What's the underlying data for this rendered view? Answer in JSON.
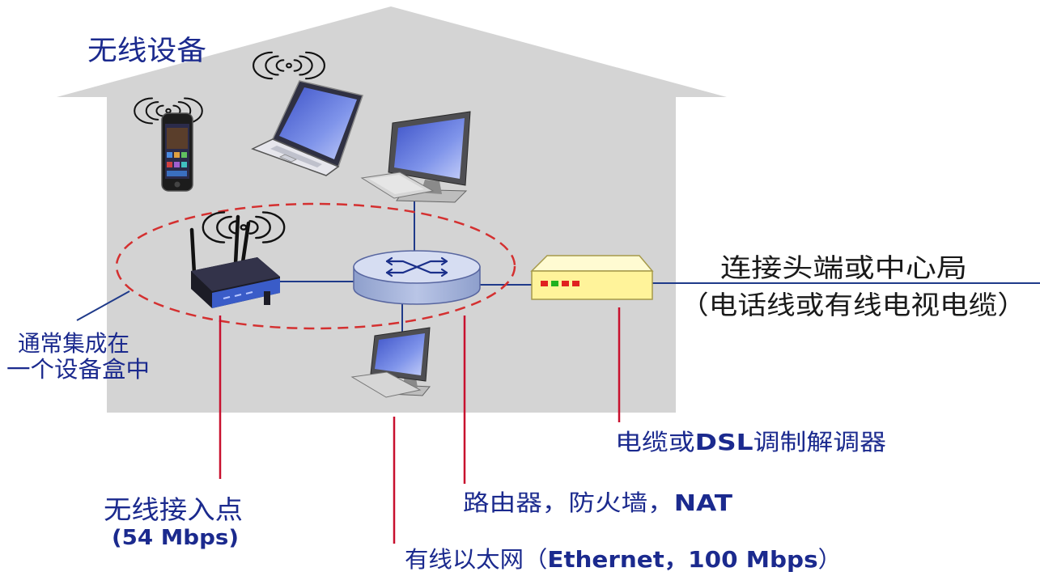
{
  "title": "无线设备",
  "headend": {
    "line1": "连接头端或中心局",
    "line2": "（电话线或有线电视电缆）"
  },
  "integrated_note": {
    "line1": "通常集成在",
    "line2": "一个设备盒中"
  },
  "modem_label": {
    "prefix": "电缆或",
    "bold": "DSL",
    "suffix": "调制解调器"
  },
  "router_label": {
    "prefix": "路由器，防火墙，",
    "bold": "NAT"
  },
  "access_point_label": {
    "line1": "无线接入点",
    "line2": "(54 Mbps)"
  },
  "ethernet_label": {
    "prefix": "有线以太网（",
    "bold": "Ethernet，100 Mbps",
    "suffix": "）"
  },
  "colors": {
    "house": "#d4d4d4",
    "label_text": "#1b2a8e",
    "headend_text": "#1a1a1a",
    "link_line": "#1f3a8a",
    "callout_line": "#c8102e",
    "dashed_outline": "#d43030"
  },
  "icons": {
    "phone": "smartphone-icon",
    "laptop": "laptop-icon",
    "desktop": "desktop-computer-icon",
    "access_point": "wireless-access-point-icon",
    "router": "router-switch-icon",
    "modem": "modem-icon",
    "wireless": "wifi-waves-icon"
  }
}
